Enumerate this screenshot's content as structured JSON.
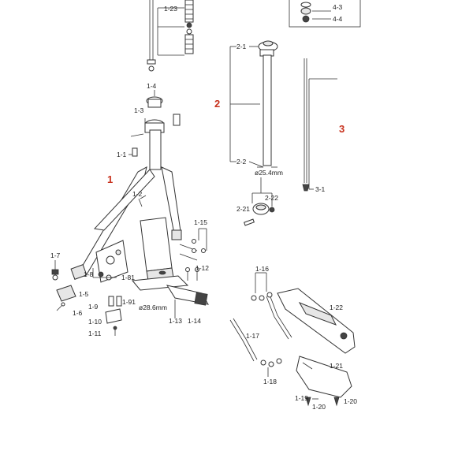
{
  "section_numbers": {
    "s1": "1",
    "s2": "2",
    "s3": "3"
  },
  "labels": {
    "p1_1": "1-1",
    "p1_2": "1-2",
    "p1_3": "1-3",
    "p1_4": "1-4",
    "p1_5": "1-5",
    "p1_6": "1-6",
    "p1_7": "1-7",
    "p1_8": "1-8",
    "p1_9": "1-9",
    "p1_10": "1-10",
    "p1_11": "1-11",
    "p1_12": "1-12",
    "p1_13": "1-13",
    "p1_14": "1-14",
    "p1_15": "1-15",
    "p1_16": "1-16",
    "p1_17": "1-17",
    "p1_18": "1-18",
    "p1_19": "1-19",
    "p1_20a": "1-20",
    "p1_20b": "1-20",
    "p1_21": "1-21",
    "p1_22": "1-22",
    "p1_23": "1-23",
    "p1_81": "1-81",
    "p1_91": "1-91",
    "p2_1": "2-1",
    "p2_2": "2-2",
    "p2_21": "2-21",
    "p2_22": "2-22",
    "p3_1": "3-1",
    "p4_3": "4-3",
    "p4_4": "4-4"
  },
  "dimensions": {
    "d1": "ø25.4mm",
    "d2": "ø28.6mm"
  }
}
